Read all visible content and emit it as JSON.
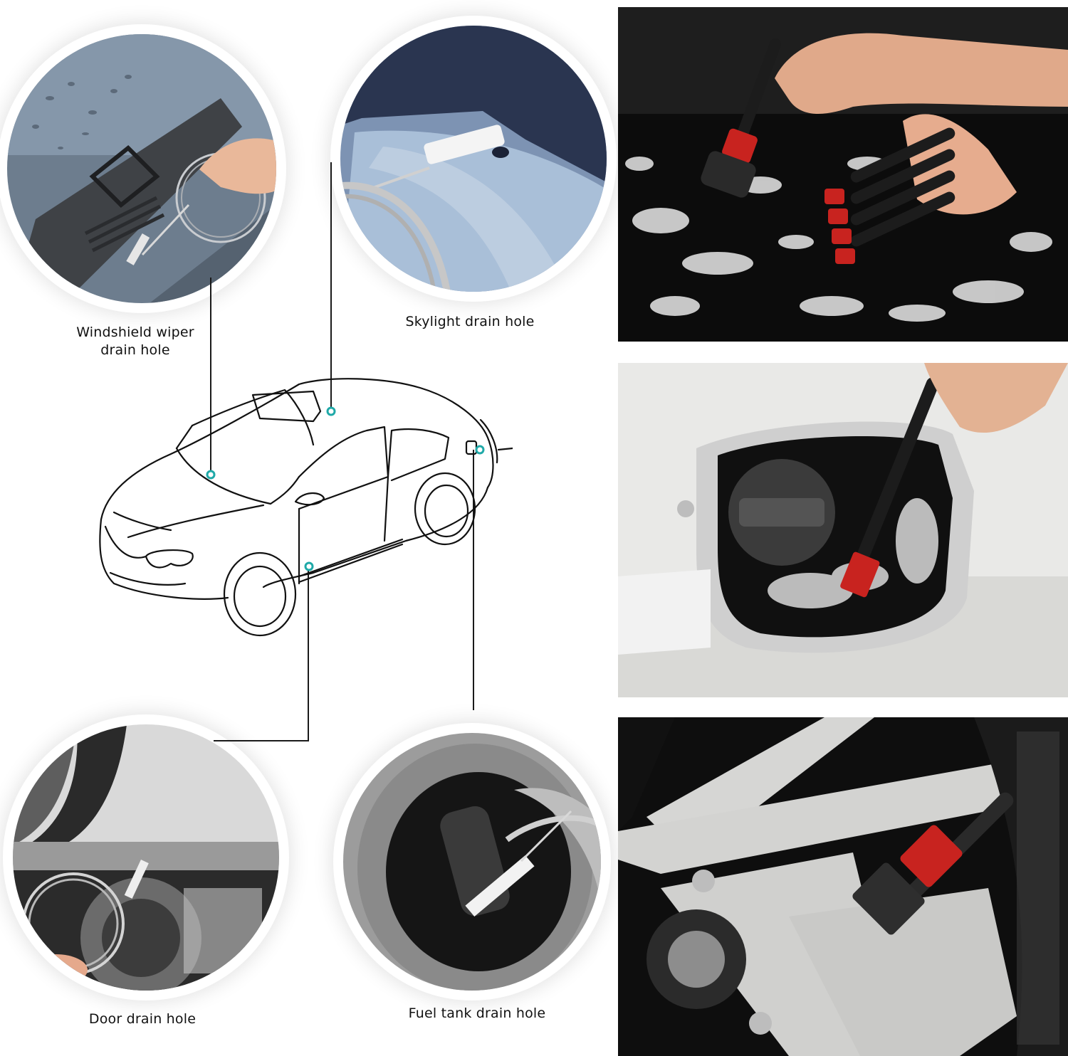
{
  "callouts": [
    {
      "id": "windshield",
      "label_line1": "Windshield wiper",
      "label_line2": "drain hole"
    },
    {
      "id": "skylight",
      "label": "Skylight drain hole"
    },
    {
      "id": "door",
      "label": "Door drain hole"
    },
    {
      "id": "fuel",
      "label": "Fuel tank drain hole"
    }
  ],
  "markers": {
    "color": "#1fa9a8",
    "points": [
      "windshield-marker",
      "skylight-marker",
      "door-marker",
      "fuel-marker"
    ]
  },
  "photos": [
    {
      "id": "engine-bay",
      "subject": "brushes cleaning foamy engine bay"
    },
    {
      "id": "fuel-door",
      "subject": "brush cleaning fuel filler door"
    },
    {
      "id": "wheel",
      "subject": "brush cleaning alloy wheel"
    }
  ],
  "colors": {
    "brush_red": "#c8231f",
    "brush_black": "#1c1c1c",
    "leader_line": "#1a1a1a"
  }
}
